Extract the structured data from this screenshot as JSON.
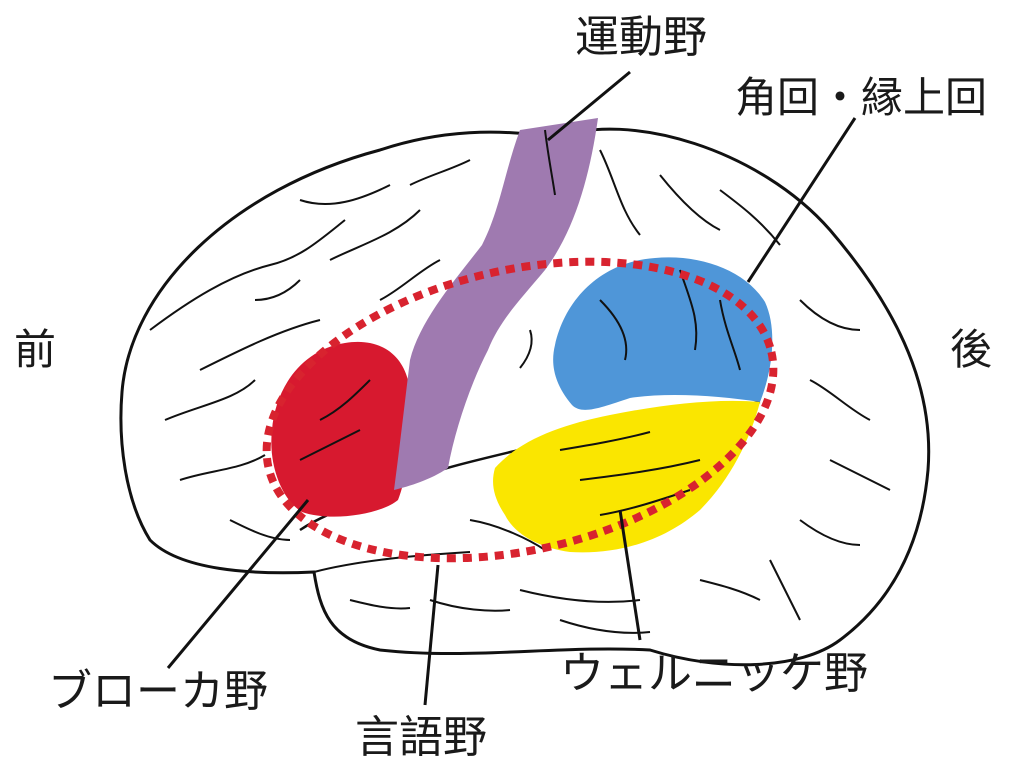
{
  "labels": {
    "motor": "運動野",
    "angular": "角回・縁上回",
    "front": "前",
    "back": "後",
    "broca": "ブローカ野",
    "language": "言語野",
    "wernicke": "ウェルニッケ野"
  },
  "colors": {
    "broca": "#d7192f",
    "motor": "#9f7ab0",
    "angular": "#4f96d8",
    "wernicke": "#fae600",
    "language_outline": "#d8232f",
    "outline": "#111111"
  }
}
